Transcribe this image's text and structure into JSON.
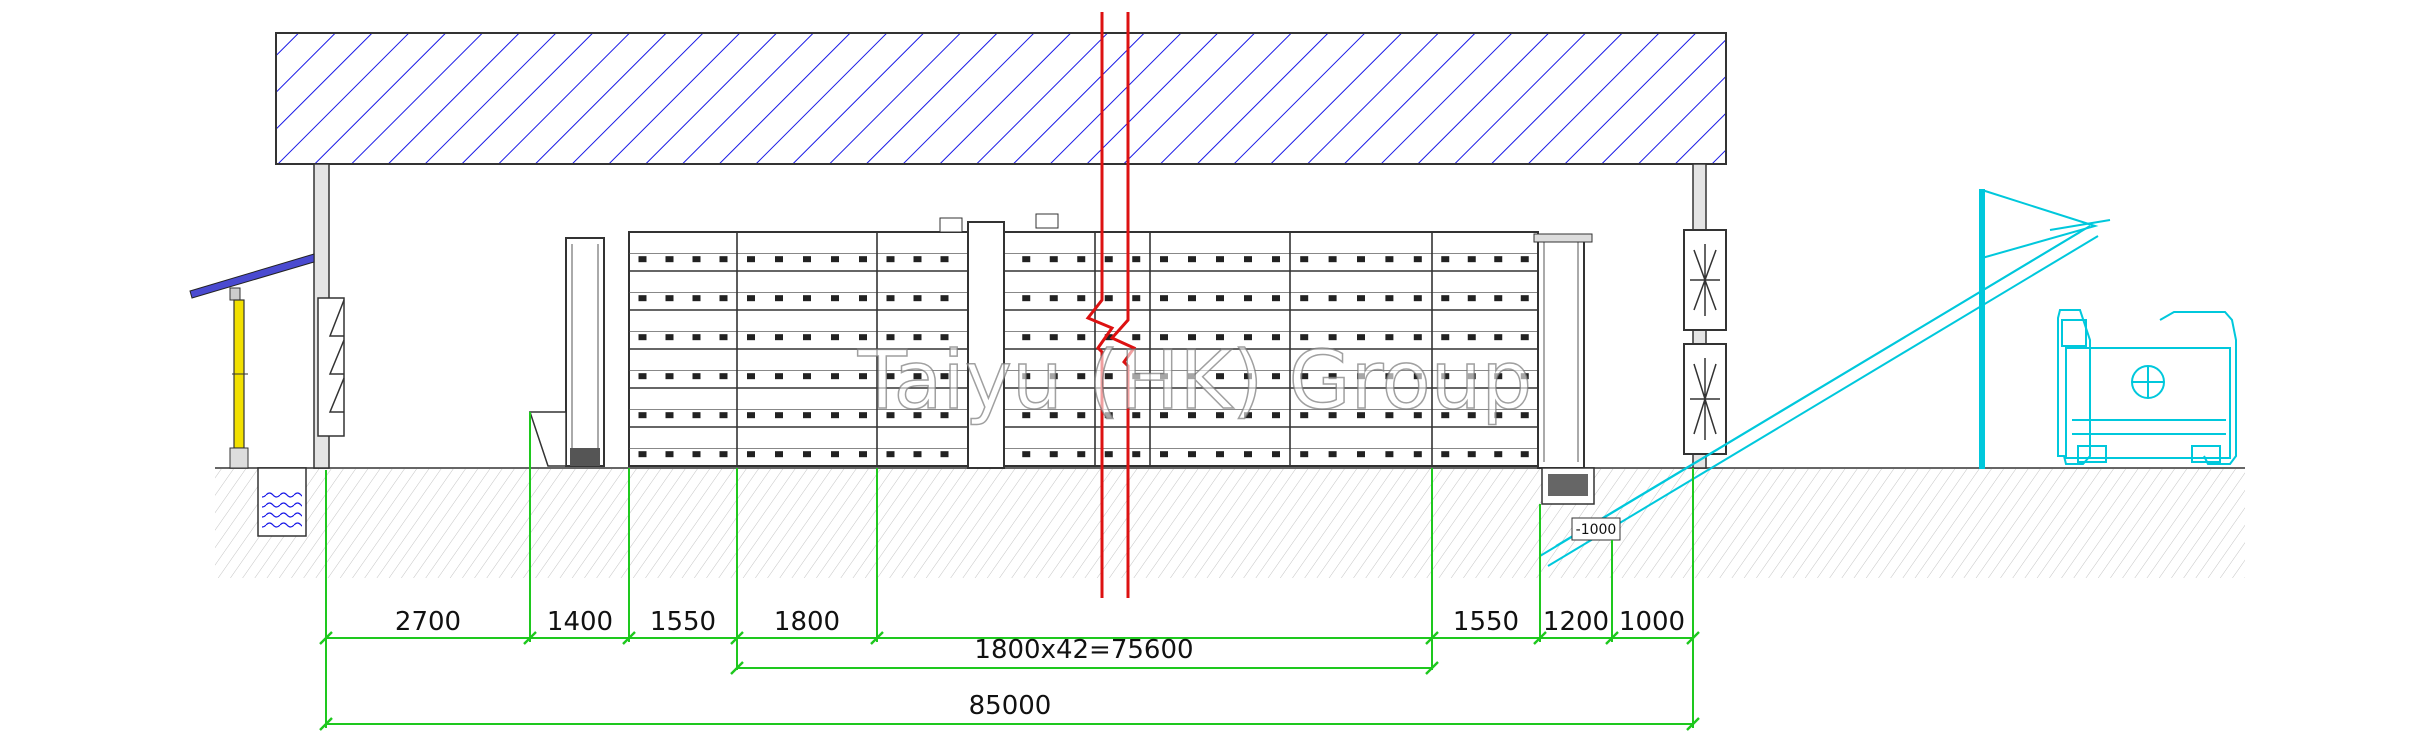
{
  "watermark": "Taiyu (HK) Group",
  "level_marker": "-1000",
  "dimensions": {
    "row1": [
      "2700",
      "1400",
      "1550",
      "1800",
      "1550",
      "1200",
      "1000"
    ],
    "cage_run": "1800x42=75600",
    "total": "85000"
  },
  "colors": {
    "roof_hatch": "#1a1ae6",
    "dimension": "#1ec81e",
    "conveyor": "#00c8dc",
    "break_line": "#dd1111",
    "ground": "#999999",
    "equipment": "#444444",
    "post": "#e6d400"
  }
}
